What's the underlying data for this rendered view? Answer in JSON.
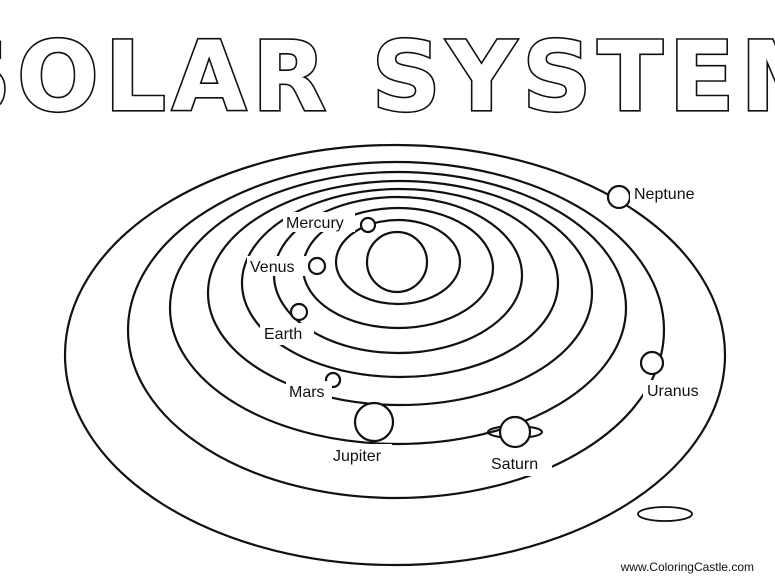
{
  "title": "SOLAR SYSTEM",
  "sun_label": "",
  "planets": {
    "mercury": "Mercury",
    "venus": "Venus",
    "earth": "Earth",
    "mars": "Mars",
    "jupiter": "Jupiter",
    "saturn": "Saturn",
    "uranus": "Uranus",
    "neptune": "Neptune"
  },
  "credit": "www.ColoringCastle.com",
  "colors": {
    "line": "#111111",
    "background": "#ffffff"
  }
}
